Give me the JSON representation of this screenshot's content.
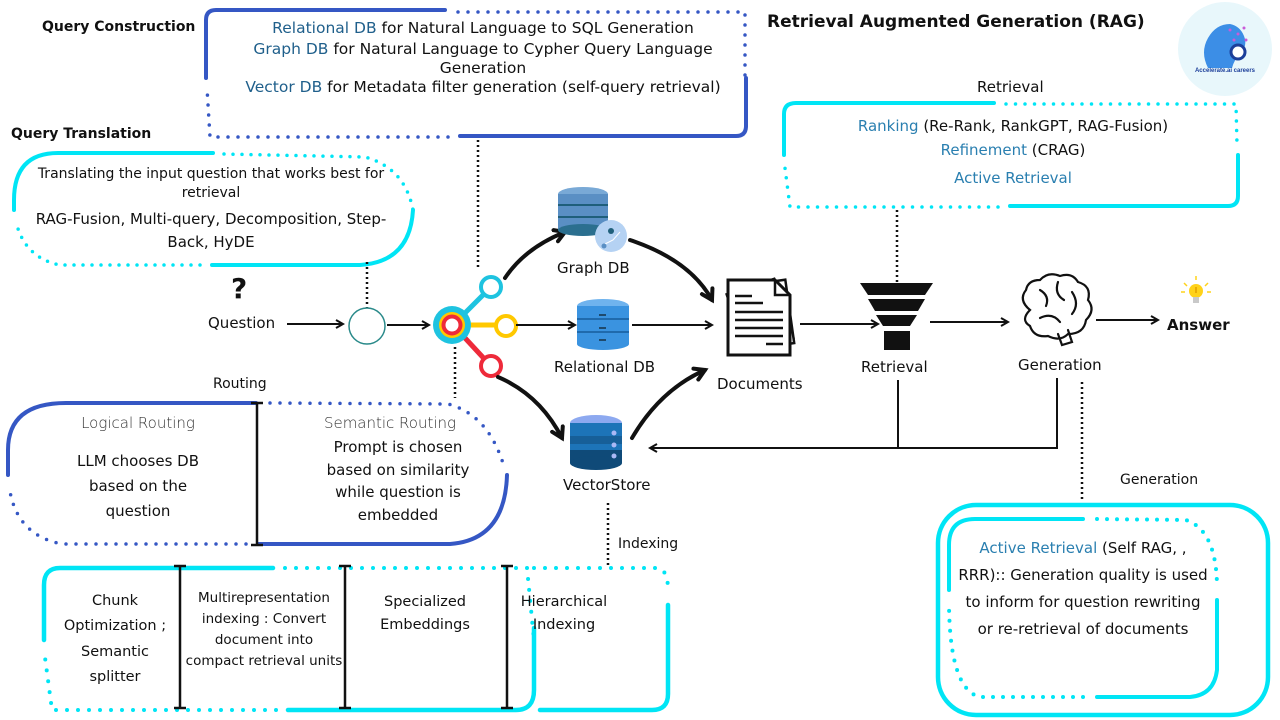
{
  "title": "Retrieval Augmented Generation (RAG)",
  "logo": {
    "text": "Accelerate.ai careers",
    "icon": "ai-head-icon"
  },
  "colors": {
    "cyan": "#00e5f5",
    "blue": "#3557c4",
    "highlight": "#1f5f8b",
    "black": "#111111",
    "router_red": "#ee2a3a",
    "router_yellow": "#ffc800",
    "router_cyan": "#1ec3e0"
  },
  "query_construction": {
    "label": "Query Construction",
    "items": [
      {
        "highlight": "Relational DB",
        "rest": " for Natural Language to SQL Generation"
      },
      {
        "highlight": "Graph DB",
        "rest": " for Natural Language to Cypher Query Language Generation"
      },
      {
        "highlight": "Vector DB",
        "rest": " for Metadata filter generation (self-query retrieval)"
      }
    ]
  },
  "query_translation": {
    "label": "Query Translation",
    "description": "Translating  the input question that works best for retrieval",
    "methods": "RAG-Fusion, Multi-query, Decomposition, Step-Back, HyDE"
  },
  "flow": {
    "question_mark": "?",
    "question": "Question",
    "graph_db": "Graph DB",
    "relational_db": "Relational DB",
    "vectorstore": "VectorStore",
    "documents": "Documents",
    "retrieval": "Retrieval",
    "generation": "Generation",
    "answer": "Answer"
  },
  "retrieval_box": {
    "label": "Retrieval",
    "items": [
      {
        "highlight": "Ranking",
        "rest": " (Re-Rank, RankGPT, RAG-Fusion)"
      },
      {
        "highlight": "Refinement",
        "rest": " (CRAG)"
      },
      {
        "highlight": "Active Retrieval",
        "rest": ""
      }
    ]
  },
  "routing": {
    "label": "Routing",
    "logical": {
      "title": "Logical Routing",
      "body": "LLM chooses DB based on the question"
    },
    "semantic": {
      "title": "Semantic Routing",
      "body": "Prompt is chosen based on similarity while question is embedded"
    }
  },
  "indexing": {
    "label": "Indexing",
    "cells": [
      "Chunk Optimization ; Semantic splitter",
      "Multirepresentation indexing : Convert document into compact retrieval units",
      "Specialized Embeddings",
      "Hierarchical Indexing"
    ]
  },
  "generation_box": {
    "label": "Generation",
    "highlight": "Active Retrieval",
    "rest": " (Self RAG, , RRR):: Generation quality is used to inform for question rewriting or re-retrieval of documents"
  }
}
